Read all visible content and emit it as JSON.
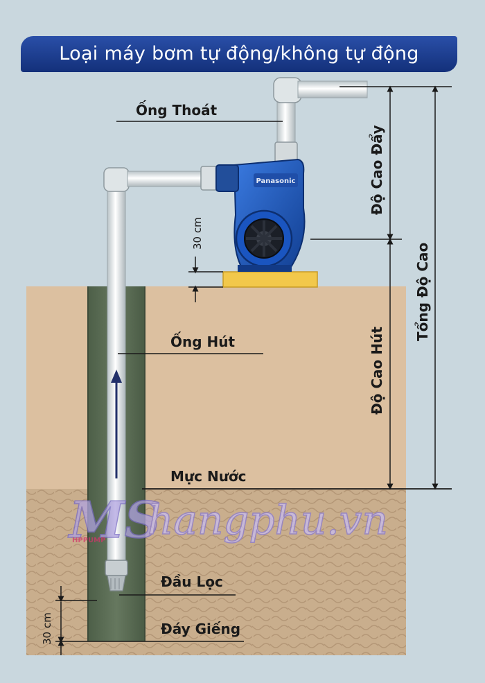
{
  "title": "Loại máy bơm tự động/không tự động",
  "labels": {
    "ong_thoat": "Ống Thoát",
    "ong_hut": "Ống Hút",
    "muc_nuoc": "Mực Nước",
    "dau_loc": "Đầu Lọc",
    "day_gieng": "Đáy Giếng",
    "do_cao_day": "Độ Cao Đẩy",
    "do_cao_hut": "Độ Cao Hút",
    "tong_do_cao": "Tổng Độ Cao",
    "dim_top": "30 cm",
    "dim_bottom": "30 cm"
  },
  "pump_brand": "Panasonic",
  "watermark": {
    "logo": "MS",
    "logo_sub": "HPPUMP",
    "text": "hangphu.vn"
  },
  "colors": {
    "background": "#c9d7de",
    "title_bar": "#1e3f92",
    "soil": "#dcc0a0",
    "soil_wet": "#c8ad8c",
    "well": "#5b6d55",
    "pipe": "#eef2f3",
    "pump_body": "#1d55b8",
    "base": "#f2c84b",
    "line": "#1a1a1a",
    "arrow": "#22306a",
    "watermark": "#9e8fd6"
  }
}
